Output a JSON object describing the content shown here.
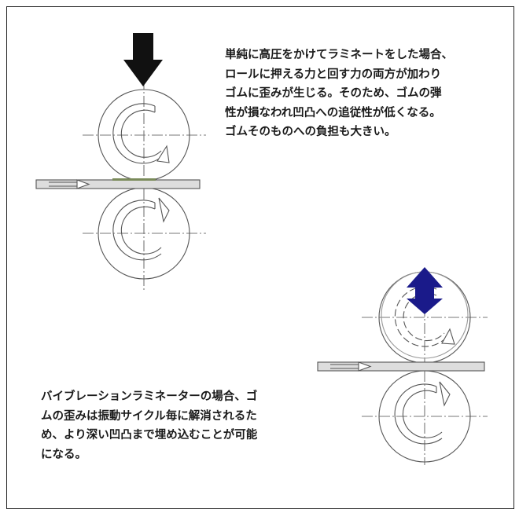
{
  "top_description": [
    "単純に高圧をかけてラミネートをした場合、",
    "ロールに押える力と回す力の両方が加わり",
    "ゴムに歪みが生じる。そのため、ゴムの弾",
    "性が損なわれ凹凸への追従性が低くなる。",
    "ゴムそのものへの負担も大きい。"
  ],
  "bottom_description": [
    "バイブレーションラミネーターの場合、ゴ",
    "ムの歪みは振動サイクル毎に解消されるた",
    "め、より深い凹凸まで埋め込むことが可能",
    "になる。"
  ],
  "colors": {
    "frame": "#222222",
    "line": "#555555",
    "arrow_black": "#111111",
    "arrow_blue": "#1a1a8a",
    "laminate_film": "#dddddd"
  },
  "icons": {
    "press": "down-arrow-icon",
    "vibration": "vertical-double-arrow-icon",
    "rotation": "rotation-arrow-icon",
    "feed": "feed-direction-arrow-icon"
  }
}
